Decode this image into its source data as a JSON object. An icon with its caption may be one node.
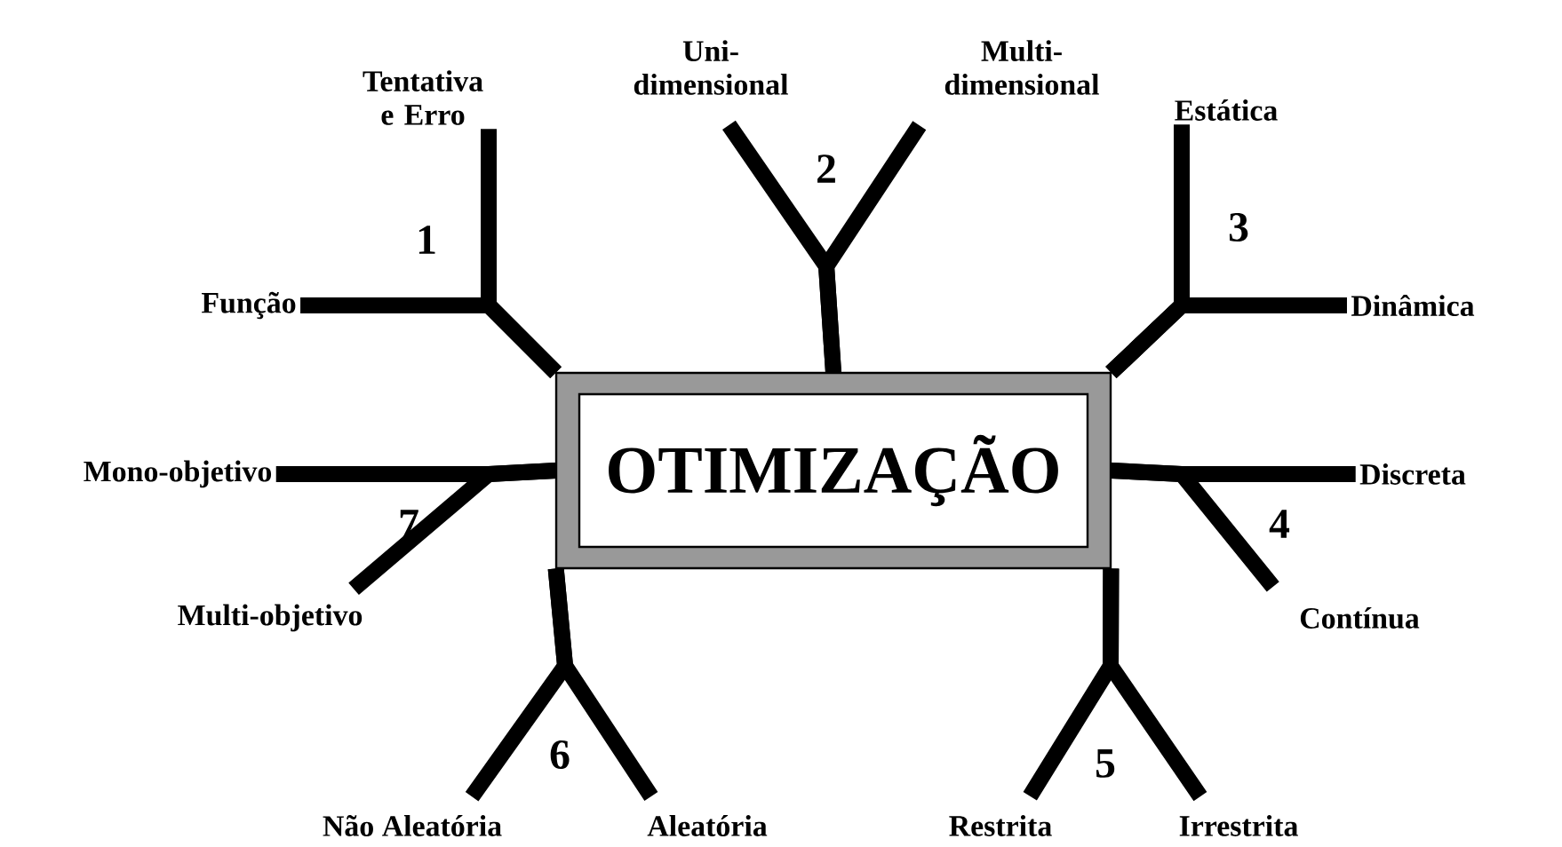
{
  "diagram": {
    "nodes": [
      {
        "text": [
          "OTIMIZAÇÃO"
        ]
      },
      {
        "text": [
          "Tentativa e Erro"
        ]
      },
      {
        "text": [
          "Função"
        ]
      },
      {
        "text": [
          "Uni- dimensional"
        ]
      },
      {
        "text": [
          "Multi- dimensional"
        ]
      },
      {
        "text": [
          "Estática"
        ]
      },
      {
        "text": [
          "Dinâmica"
        ]
      },
      {
        "text": [
          "Discreta"
        ]
      },
      {
        "text": [
          "Contínua"
        ]
      },
      {
        "text": [
          "Restrita"
        ]
      },
      {
        "text": [
          "Irrestrita"
        ]
      },
      {
        "text": [
          "Não Aleatória"
        ]
      },
      {
        "text": [
          "Aleatória"
        ]
      },
      {
        "text": [
          "Multi-objetivo"
        ]
      },
      {
        "text": [
          "Mono-objetivo"
        ]
      }
    ],
    "edges": [
      {
        "from": 0,
        "to": 1,
        "arrow": "none"
      },
      {
        "from": 0,
        "to": 2,
        "arrow": "none"
      },
      {
        "from": 0,
        "to": 3,
        "arrow": "none"
      },
      {
        "from": 0,
        "to": 4,
        "arrow": "none"
      },
      {
        "from": 0,
        "to": 5,
        "arrow": "none"
      },
      {
        "from": 0,
        "to": 6,
        "arrow": "none"
      },
      {
        "from": 0,
        "to": 7,
        "arrow": "none"
      },
      {
        "from": 0,
        "to": 8,
        "arrow": "none"
      },
      {
        "from": 0,
        "to": 9,
        "arrow": "none"
      },
      {
        "from": 0,
        "to": 10,
        "arrow": "none"
      },
      {
        "from": 0,
        "to": 11,
        "arrow": "none"
      },
      {
        "from": 0,
        "to": 12,
        "arrow": "none"
      },
      {
        "from": 0,
        "to": 13,
        "arrow": "none"
      },
      {
        "from": 0,
        "to": 14,
        "arrow": "none"
      }
    ],
    "labels": [
      "1",
      "2",
      "3",
      "4",
      "5",
      "6",
      "7"
    ]
  }
}
